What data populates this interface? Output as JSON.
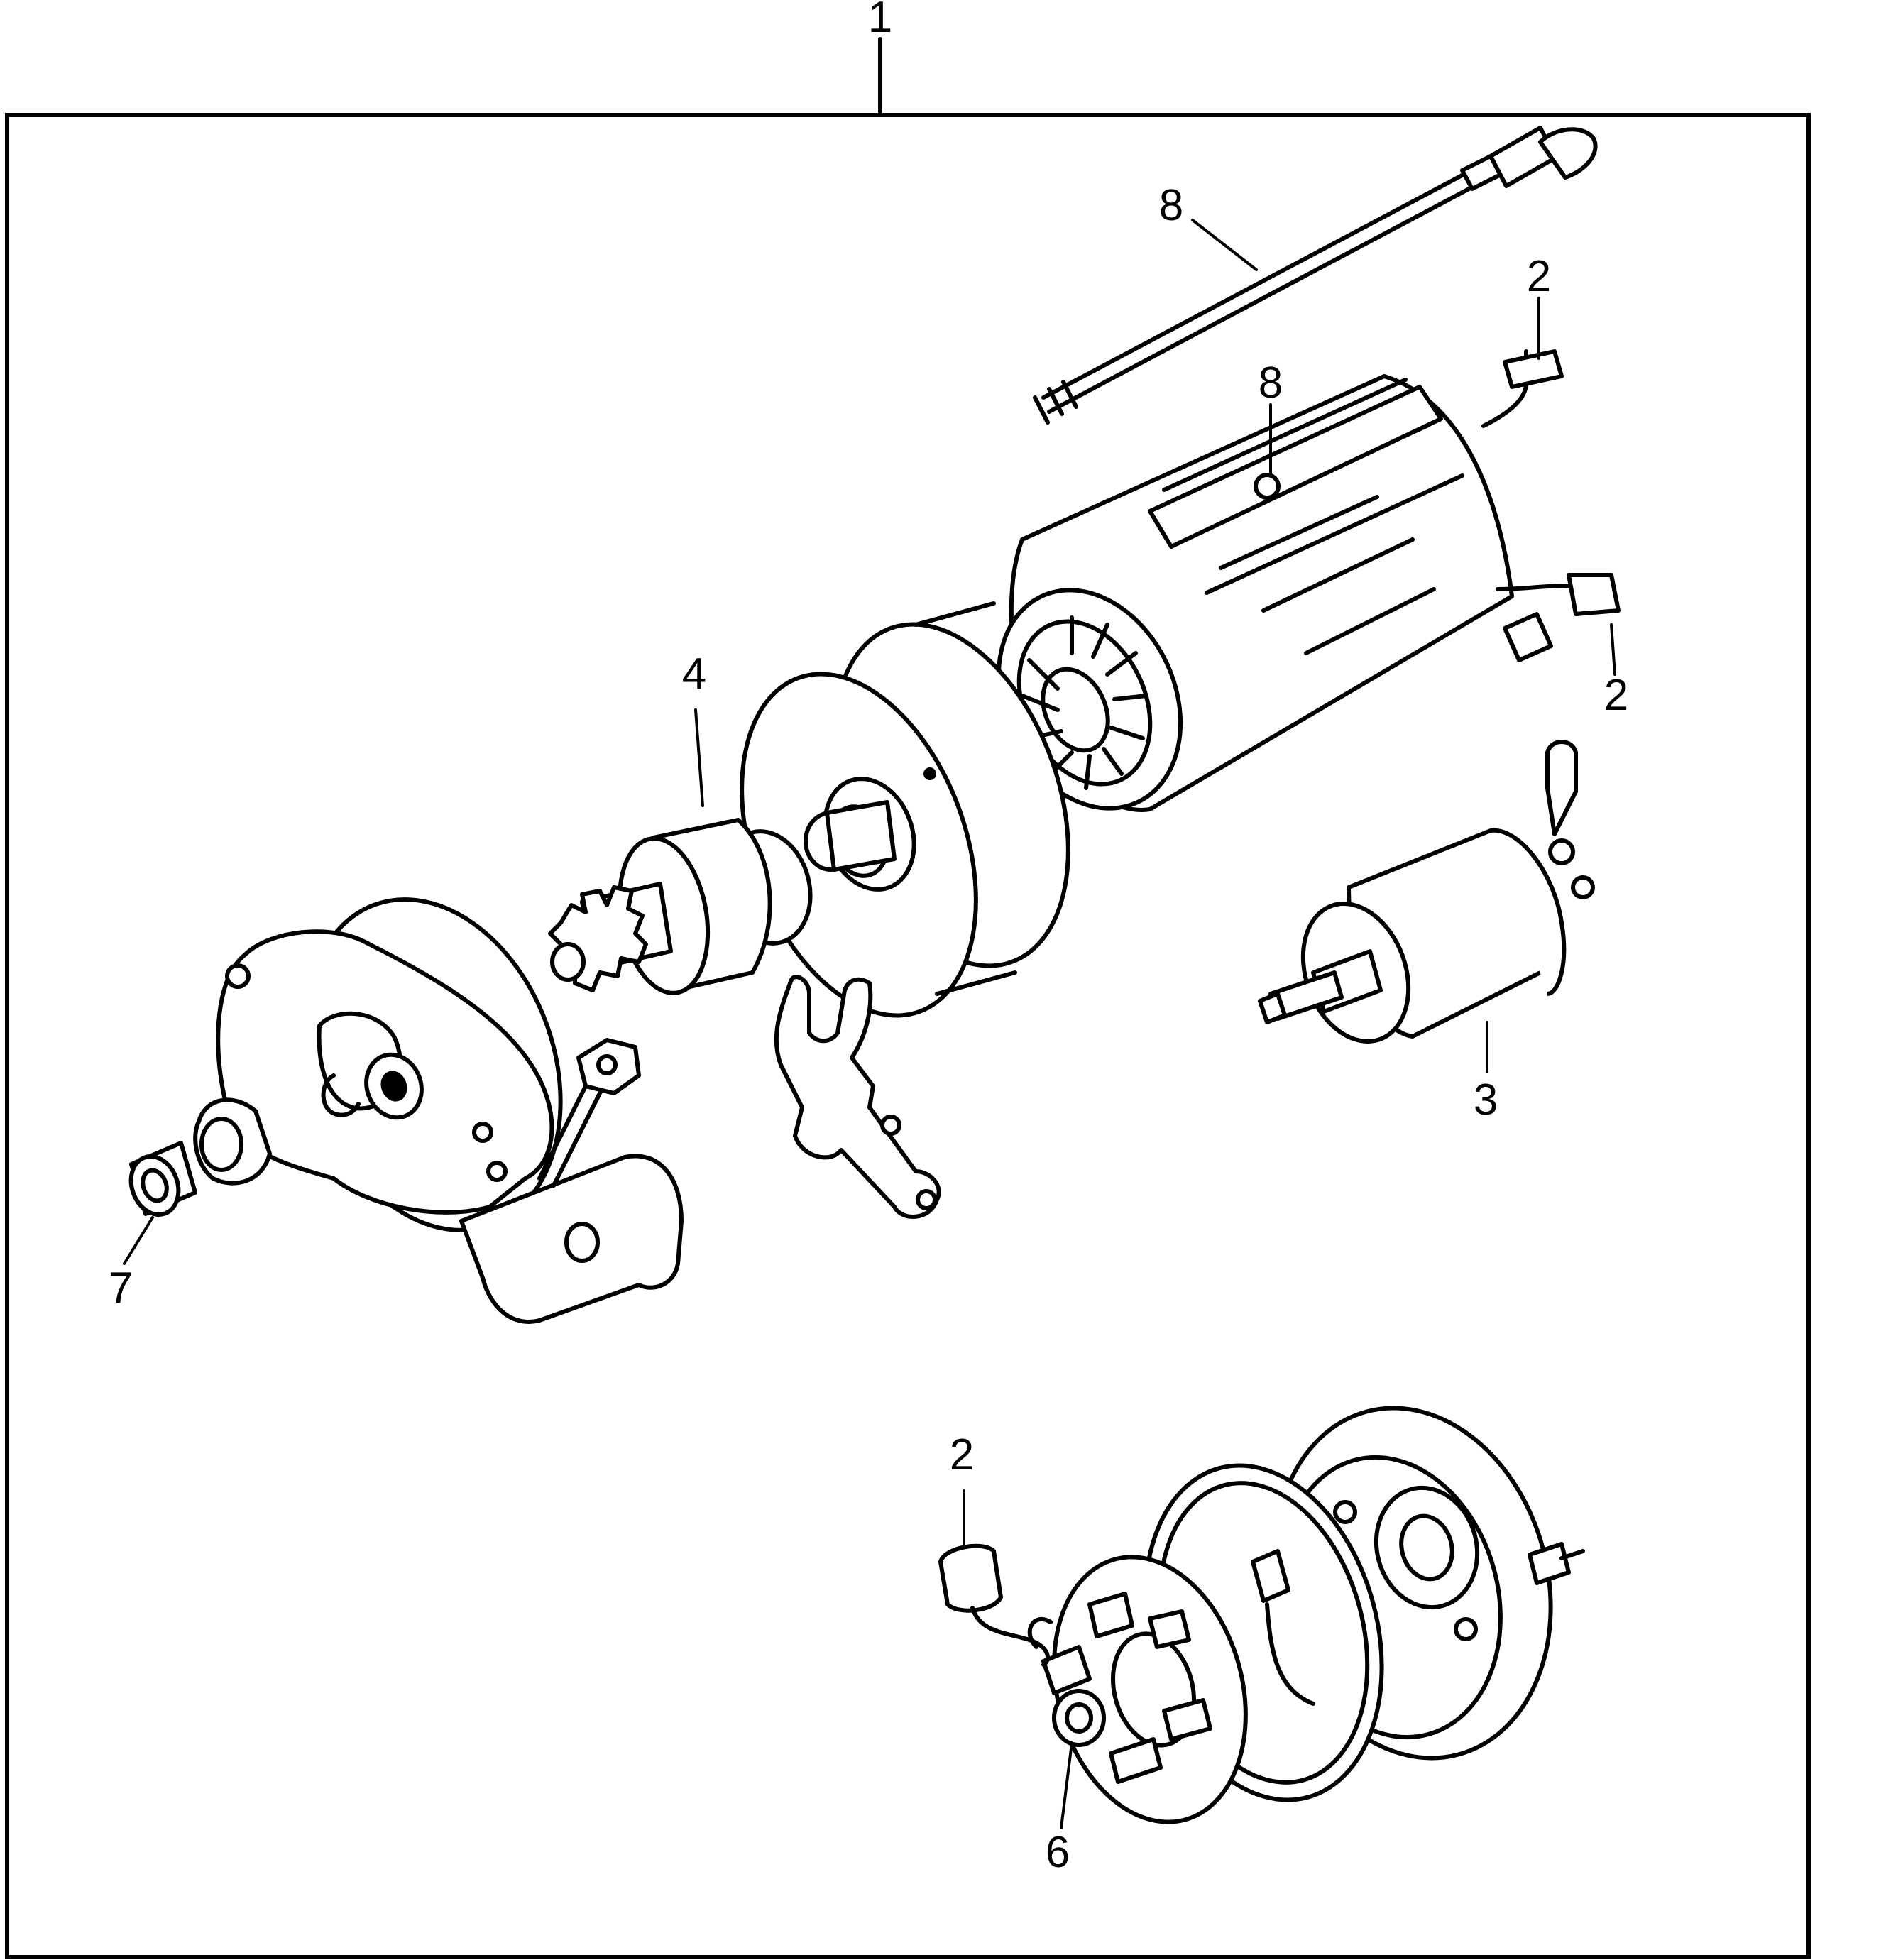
{
  "callouts": {
    "assembly": "1",
    "lead_wire_top": "2",
    "lead_wire_right": "2",
    "lead_wire_bottom": "2",
    "magnetic_switch": "3",
    "overrunning_clutch": "4",
    "brush_holder": "6",
    "bushing": "7",
    "through_bolt": "8",
    "yoke_screw": "8"
  },
  "colors": {
    "line": "#000000",
    "background": "#ffffff"
  }
}
